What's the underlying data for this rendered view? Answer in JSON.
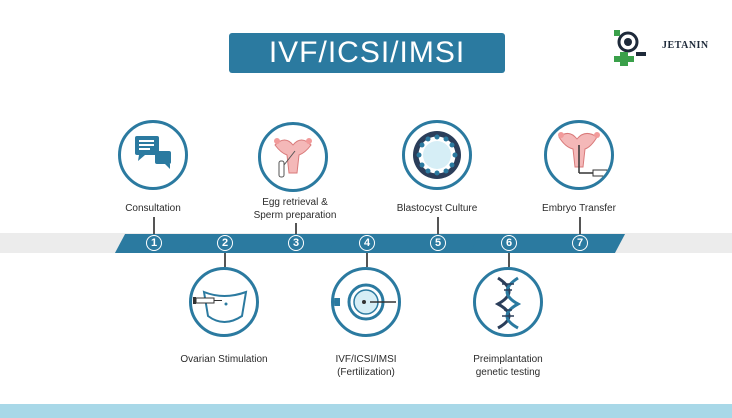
{
  "title": "IVF/ICSI/IMSI",
  "brand": {
    "name": "JETANIN"
  },
  "colors": {
    "primary": "#2b7aa0",
    "band": "#ececec",
    "bottom_bar": "#a8d8e8"
  },
  "steps": [
    {
      "number": "1",
      "label": "Consultation",
      "icon": "chat-bubble-icon"
    },
    {
      "number": "2",
      "label": "Ovarian Stimulation",
      "icon": "injection-icon"
    },
    {
      "number": "3",
      "label": "Egg retrieval &\nSperm preparation",
      "icon": "egg-retrieval-icon"
    },
    {
      "number": "4",
      "label": "IVF/ICSI/IMSI\n(Fertilization)",
      "icon": "fertilization-icon"
    },
    {
      "number": "5",
      "label": "Blastocyst Culture",
      "icon": "blastocyst-icon"
    },
    {
      "number": "6",
      "label": "Preimplantation\ngenetic testing",
      "icon": "dna-icon"
    },
    {
      "number": "7",
      "label": "Embryo Transfer",
      "icon": "embryo-transfer-icon"
    }
  ]
}
